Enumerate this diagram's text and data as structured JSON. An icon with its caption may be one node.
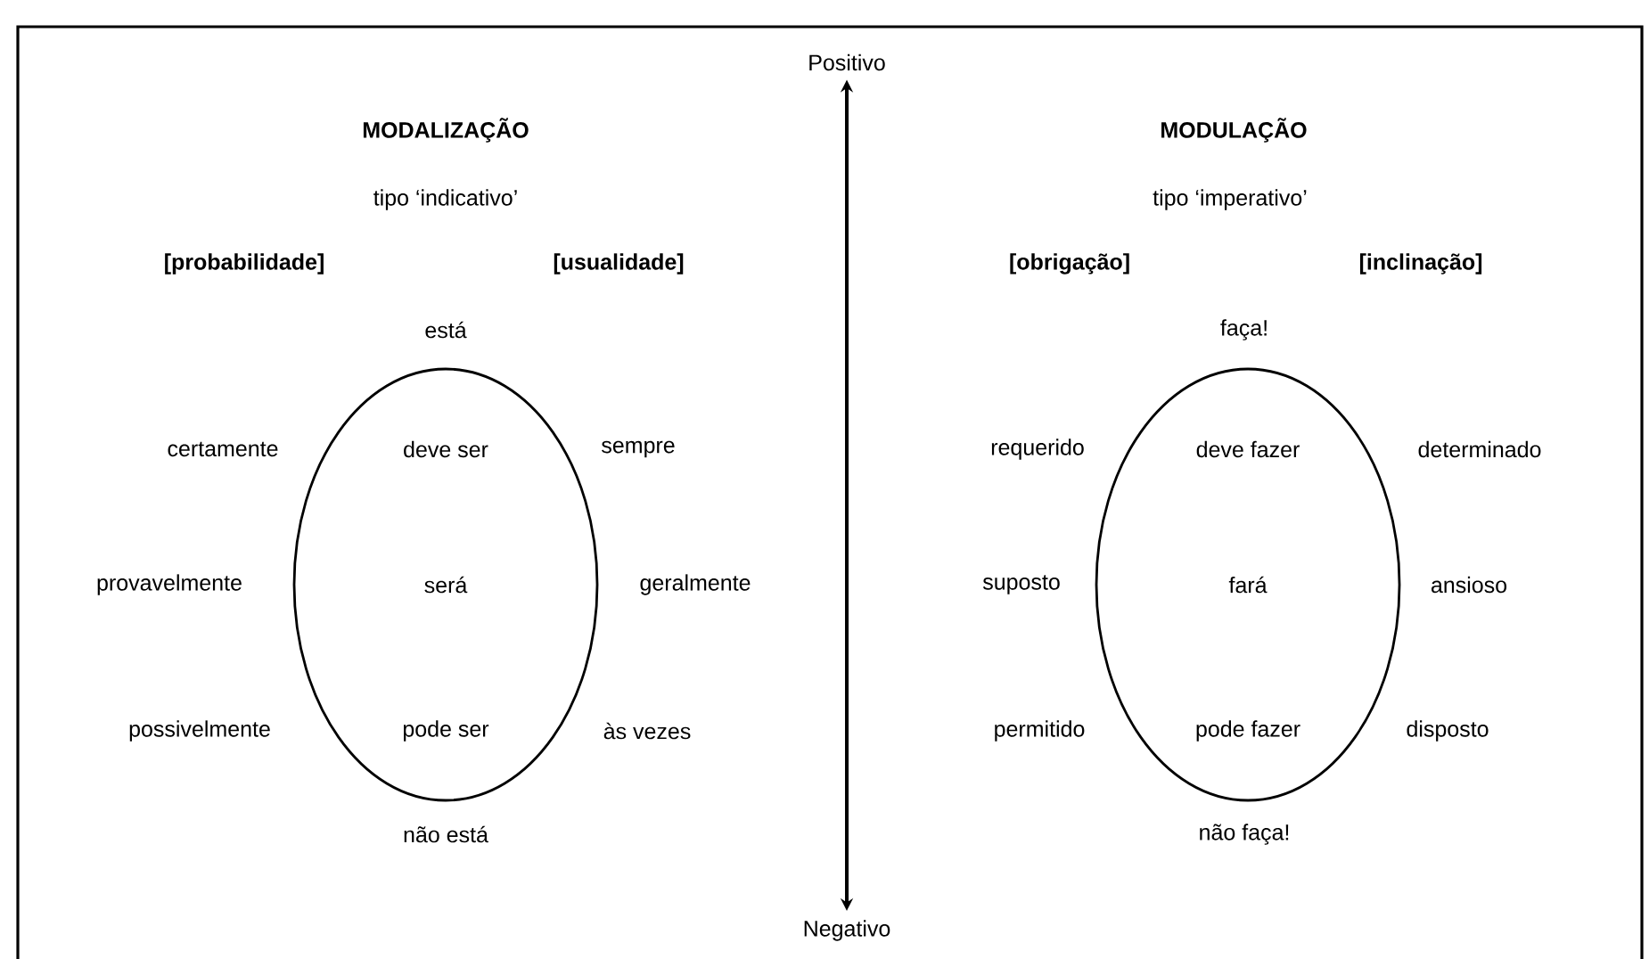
{
  "diagram": {
    "nodes": [
      {
        "text": [
          "Positivo"
        ]
      },
      {
        "text": [
          "deve ser",
          "será",
          "pode ser"
        ]
      },
      {
        "text": [
          "deve fazer",
          "fará",
          "pode fazer"
        ]
      },
      {
        "text": [
          "Negativo"
        ]
      }
    ],
    "edges": [
      {
        "from": 0,
        "to": 3,
        "arrow": "both"
      }
    ],
    "labels": [
      "MODALIZAÇÃO",
      "MODULAÇÃO",
      "tipo ‘indicativo’",
      "tipo ‘imperativo’",
      "[probabilidade]",
      "[usualidade]",
      "[obrigação]",
      "[inclinação]",
      "está",
      "faça!",
      "certamente",
      "sempre",
      "requerido",
      "determinado",
      "provavelmente",
      "geralmente",
      "suposto",
      "ansioso",
      "possivelmente",
      "às vezes",
      "permitido",
      "disposto",
      "não está",
      "não faça!"
    ]
  }
}
